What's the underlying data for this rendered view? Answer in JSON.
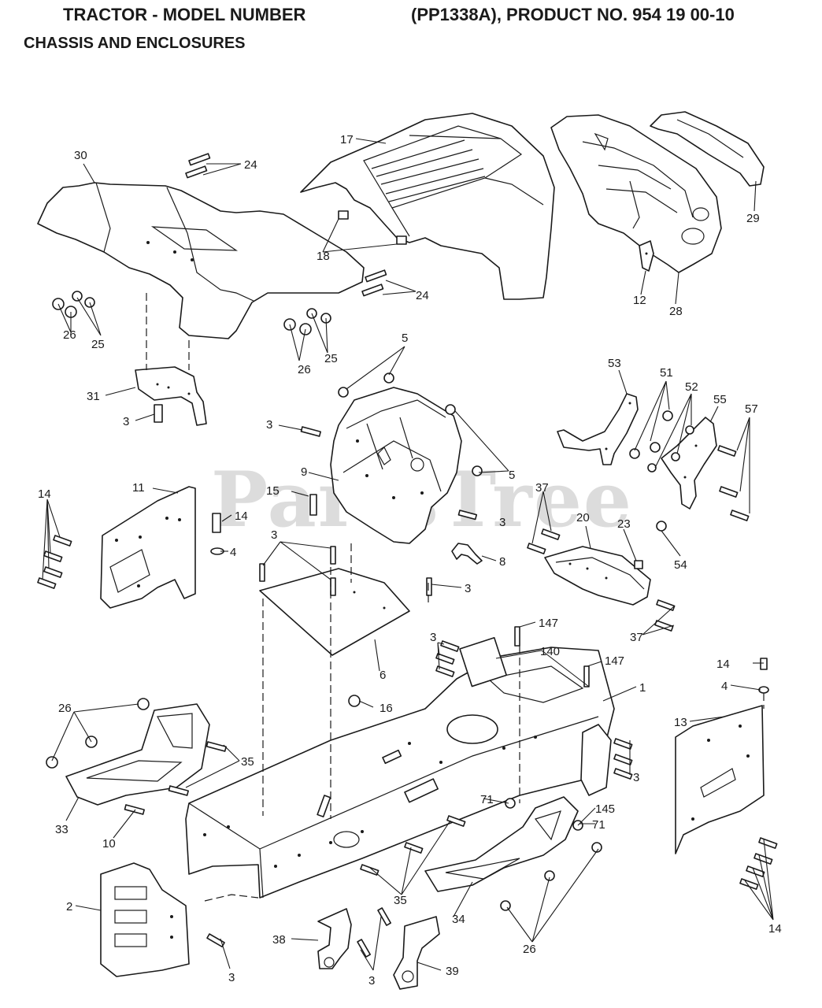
{
  "header": {
    "title_left": "TRACTOR - MODEL NUMBER",
    "title_right": "(PP1338A), PRODUCT NO. 954 19 00-10",
    "subtitle": "CHASSIS AND ENCLOSURES"
  },
  "watermark": "PartsTree",
  "callouts": {
    "c30": "30",
    "c24a": "24",
    "c17": "17",
    "c29": "29",
    "c18": "18",
    "c12": "12",
    "c28": "28",
    "c24b": "24",
    "c25a": "25",
    "c26a": "26",
    "c26b": "26",
    "c25b": "25",
    "c5a": "5",
    "c31": "31",
    "c3a": "3",
    "c3b": "3",
    "c9": "9",
    "c5b": "5",
    "c53": "53",
    "c51": "51",
    "c52": "52",
    "c55": "55",
    "c57": "57",
    "c11": "11",
    "c14a": "14",
    "c15": "15",
    "c14b": "14",
    "c4a": "4",
    "c37a": "37",
    "c20": "20",
    "c23": "23",
    "c3c": "3",
    "c54": "54",
    "c3d": "3",
    "c8": "8",
    "c3e": "3",
    "c37b": "37",
    "c6": "6",
    "c147a": "147",
    "c3f": "3",
    "c140": "140",
    "c147b": "147",
    "c1": "1",
    "c14c": "14",
    "c4b": "4",
    "c13": "13",
    "c16": "16",
    "c26c": "26",
    "c35a": "35",
    "c3g": "3",
    "c33": "33",
    "c10": "10",
    "c71a": "71",
    "c145": "145",
    "c71b": "71",
    "c35b": "35",
    "c2": "2",
    "c34": "34",
    "c26d": "26",
    "c14d": "14",
    "c3h": "3",
    "c38": "38",
    "c3i": "3",
    "c39": "39"
  }
}
